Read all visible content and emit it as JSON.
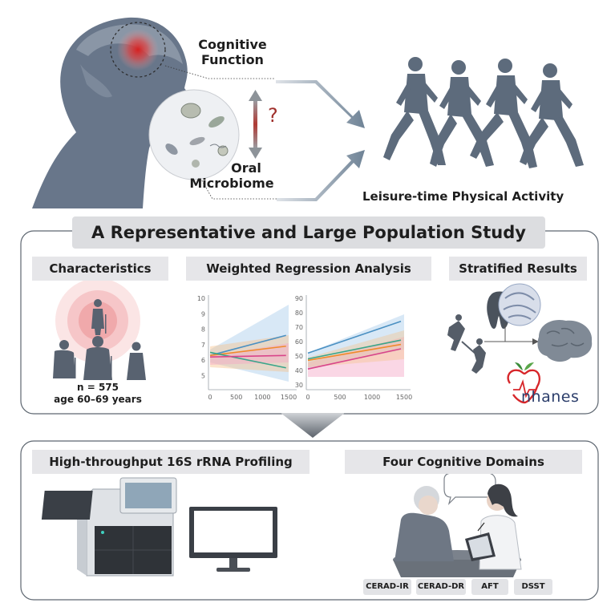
{
  "top": {
    "cognitive_label_line1": "Cognitive",
    "cognitive_label_line2": "Function",
    "question_mark": "?",
    "oral_label_line1": "Oral",
    "oral_label_line2": "Microbiome",
    "activity_label": "Leisure-time Physical Activity"
  },
  "study": {
    "banner": "A Representative and Large Population Study",
    "characteristics_title": "Characteristics",
    "regression_title": "Weighted Regression Analysis",
    "stratified_title": "Stratified Results",
    "sample_size": "n = 575",
    "age_range": "age 60–69 years",
    "nhanes_logo": "nhanes"
  },
  "bottom": {
    "profiling_title": "High-throughput 16S rRNA Profiling",
    "domains_title": "Four Cognitive Domains",
    "domains": [
      "CERAD-IR",
      "CERAD-DR",
      "AFT",
      "DSST"
    ]
  },
  "colors": {
    "blue": "#4a90c2",
    "orange": "#f08a2c",
    "green": "#3aa58a",
    "magenta": "#d9458a",
    "accent_red": "#a0302c"
  },
  "chart_data": [
    {
      "type": "line",
      "x_ticks": [
        0,
        500,
        1000,
        1500
      ],
      "y_ticks": [
        5,
        6,
        7,
        8,
        9,
        10
      ],
      "xlim": [
        0,
        1500
      ],
      "ylim": [
        4.5,
        10
      ],
      "series": [
        {
          "color": "#4a90c2",
          "x": [
            0,
            1450
          ],
          "y": [
            6.3,
            7.6
          ]
        },
        {
          "color": "#f08a2c",
          "x": [
            0,
            1450
          ],
          "y": [
            6.3,
            6.9
          ]
        },
        {
          "color": "#3aa58a",
          "x": [
            0,
            1450
          ],
          "y": [
            6.5,
            5.5
          ]
        },
        {
          "color": "#d9458a",
          "x": [
            0,
            1450
          ],
          "y": [
            6.2,
            6.3
          ]
        }
      ]
    },
    {
      "type": "line",
      "x_ticks": [
        0,
        500,
        1000,
        1500
      ],
      "y_ticks": [
        30,
        40,
        50,
        60,
        70,
        80,
        90
      ],
      "xlim": [
        0,
        1500
      ],
      "ylim": [
        30,
        90
      ],
      "series": [
        {
          "color": "#4a90c2",
          "x": [
            0,
            1450
          ],
          "y": [
            52,
            74
          ]
        },
        {
          "color": "#f08a2c",
          "x": [
            0,
            1450
          ],
          "y": [
            47,
            58
          ]
        },
        {
          "color": "#3aa58a",
          "x": [
            0,
            1450
          ],
          "y": [
            48,
            61
          ]
        },
        {
          "color": "#d9458a",
          "x": [
            0,
            1450
          ],
          "y": [
            41,
            55
          ]
        }
      ]
    }
  ]
}
